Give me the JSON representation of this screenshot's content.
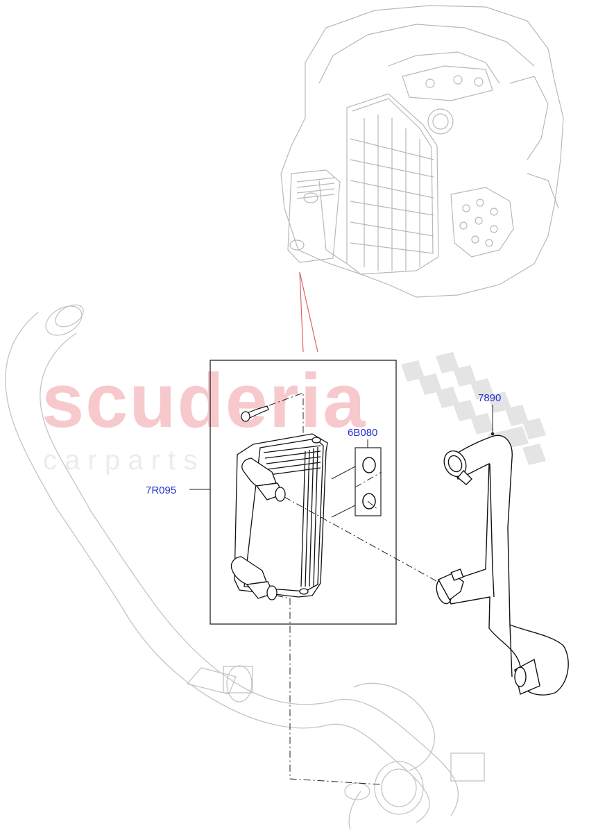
{
  "watermark": {
    "brand": "scuderia",
    "tagline": "c a r   p a r t s",
    "brand_color": "#f7c9cc",
    "tagline_color": "#e8e8e8",
    "checker_color": "#e4e4e4"
  },
  "callouts": {
    "cooler": "7R095",
    "seals": "6B080",
    "hose": "7890"
  },
  "colors": {
    "callout_text": "#2233cc",
    "leader_red": "#e06060",
    "ghost_line": "#c8c8c8",
    "part_line": "#111111"
  },
  "icons": [
    "transmission-assembly",
    "oil-cooler",
    "bolt",
    "o-ring",
    "cooler-hose",
    "hose-clamp",
    "coolant-hose"
  ]
}
